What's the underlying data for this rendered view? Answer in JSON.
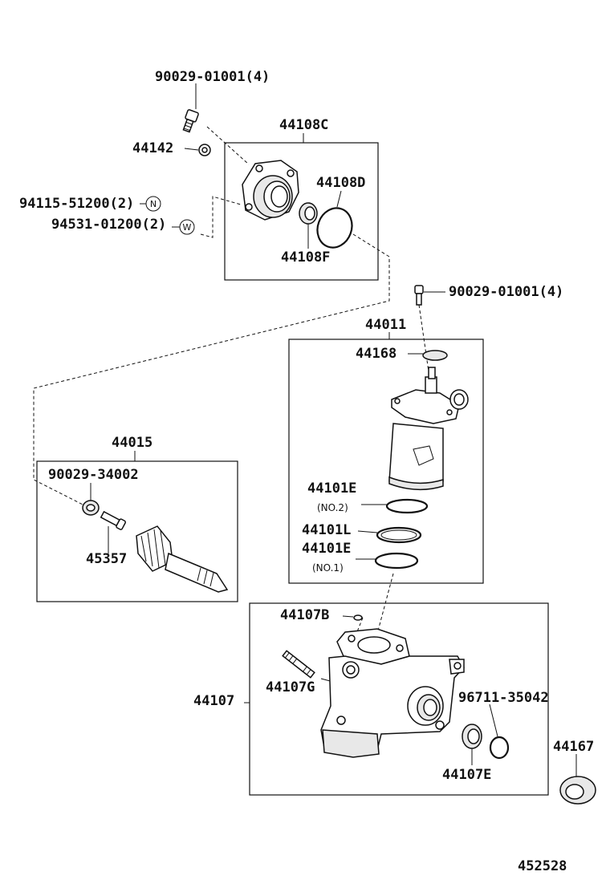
{
  "labels": {
    "bolt_top": "90029-01001(4)",
    "bearing_assy": "44108C",
    "nut_44142": "44142",
    "oring_44108d": "44108D",
    "plug_n": "94115-51200(2)",
    "washer_w": "94531-01200(2)",
    "seal_44108f": "44108F",
    "bolt_right": "90029-01001(4)",
    "valve_assy": "44011",
    "cap_44168": "44168",
    "oring_44101e_no2": "44101E",
    "no2": "(NO.2)",
    "ring_44101l": "44101L",
    "oring_44101e_no1": "44101E",
    "no1": "(NO.1)",
    "shaft_assy": "44015",
    "nut_90029": "90029-34002",
    "bolt_45357": "45357",
    "pin_44107b": "44107B",
    "stud_44107g": "44107G",
    "housing_44107": "44107",
    "oring_96711": "96711-35042",
    "seal_44107e": "44107E",
    "seal_44167": "44167",
    "ref_number": "452528"
  },
  "marks": {
    "n": "N",
    "w": "W"
  }
}
